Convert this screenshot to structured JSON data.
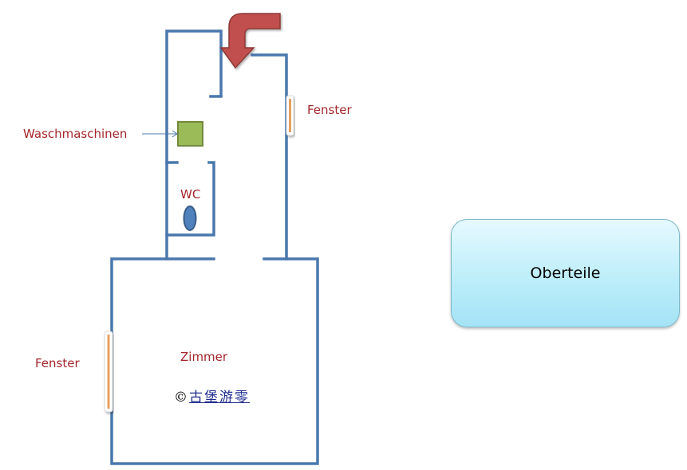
{
  "labels": {
    "fenster_right": "Fenster",
    "fenster_left": "Fenster",
    "waschmaschinen": "Waschmaschinen",
    "wc": "WC",
    "zimmer": "Zimmer"
  },
  "copyright": {
    "symbol": "©",
    "name": "古堡游零"
  },
  "box": {
    "label": "Oberteile"
  },
  "colors": {
    "wall": "#4a78ad",
    "label_text": "#a3262a",
    "arrow": "#c0504d",
    "window": "#e8a060",
    "washer": "#9bbb59",
    "toilet": "#4f81bd"
  }
}
